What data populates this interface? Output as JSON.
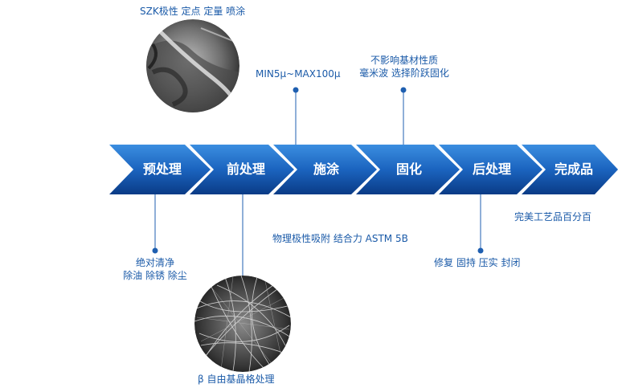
{
  "process": {
    "steps": [
      {
        "label": "预处理"
      },
      {
        "label": "前处理"
      },
      {
        "label": "施涂"
      },
      {
        "label": "固化"
      },
      {
        "label": "后处理"
      },
      {
        "label": "完成品"
      }
    ]
  },
  "annotations": {
    "szk_top": "SZK极性 定点 定量 喷涂",
    "thickness": "MIN5μ~MAX100μ",
    "curing_line1": "不影响基材性质",
    "curing_line2": "毫米波 选择阶跃固化",
    "pre_line1": "绝对清净",
    "pre_line2": "除油 除锈 除尘",
    "adhesion": "物理极性吸附 结合力 ASTM 5B",
    "post": "修复 固持 压实 封闭",
    "finished": "完美工艺品百分百",
    "beta": "β 自由基晶格处理"
  },
  "colors": {
    "chevron_top": "#2f7fd6",
    "chevron_bottom": "#0b3f8c",
    "text_blue": "#1a5aa8",
    "line_blue": "#1f5fb0"
  }
}
